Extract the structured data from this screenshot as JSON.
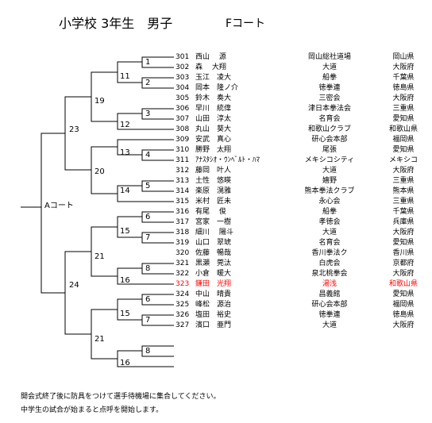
{
  "header": {
    "title": "小学校 3年生　男子",
    "court": "Fコート"
  },
  "final_label": "Aコート",
  "match_numbers": {
    "r1": [
      "1",
      "2",
      "3",
      "4",
      "5",
      "6",
      "7",
      "8",
      "6",
      "7",
      "8"
    ],
    "r2": [
      "11",
      "12",
      "13",
      "14",
      "15",
      "16",
      "15",
      "16"
    ],
    "r3": [
      "19",
      "20",
      "21",
      "21"
    ],
    "r4": [
      "23",
      "24"
    ]
  },
  "players": [
    {
      "no": "301",
      "name": "西山　 源",
      "club": "岡山総社道場",
      "pref": "岡山県"
    },
    {
      "no": "302",
      "name": "森　 大翔",
      "club": "大道",
      "pref": "大阪府"
    },
    {
      "no": "303",
      "name": "玉江　凌大",
      "club": "船拳",
      "pref": "千葉県"
    },
    {
      "no": "304",
      "name": "岡本　隆ノ介",
      "club": "徳拳連",
      "pref": "徳島県"
    },
    {
      "no": "305",
      "name": "鈴木　奏大",
      "club": "三密会",
      "pref": "大阪府"
    },
    {
      "no": "306",
      "name": "早川　統偉",
      "club": "津日本拳法会",
      "pref": "三重県"
    },
    {
      "no": "307",
      "name": "山田　淳太",
      "club": "名育会",
      "pref": "愛知県"
    },
    {
      "no": "308",
      "name": "丸山　葵大",
      "club": "和歌山クラブ",
      "pref": "和歌山県"
    },
    {
      "no": "309",
      "name": "安武　真心",
      "club": "研心会本部",
      "pref": "福岡県"
    },
    {
      "no": "310",
      "name": "勝野　太翔",
      "club": "尾張",
      "pref": "愛知県"
    },
    {
      "no": "311",
      "name": "ｱﾅｽﾀｼｵ・ｳﾝﾍﾞﾙﾄ・ﾊﾏ",
      "club": "メキシコシティ",
      "pref": "メキシコ"
    },
    {
      "no": "312",
      "name": "藤岡　叶人",
      "club": "大道",
      "pref": "大阪府"
    },
    {
      "no": "313",
      "name": "土性　悠暎",
      "club": "嬉野",
      "pref": "三重県"
    },
    {
      "no": "314",
      "name": "楽原　滉雅",
      "club": "熊本拳法クラブ",
      "pref": "熊本県"
    },
    {
      "no": "315",
      "name": "米村　匠未",
      "club": "永心会",
      "pref": "三重県"
    },
    {
      "no": "316",
      "name": "有尾　 俊",
      "club": "船拳",
      "pref": "千葉県"
    },
    {
      "no": "317",
      "name": "宮家　一樹",
      "club": "孝徳会",
      "pref": "兵庫県"
    },
    {
      "no": "318",
      "name": "細川　 陽斗",
      "club": "大道",
      "pref": "大阪府"
    },
    {
      "no": "319",
      "name": "山口　翠琥",
      "club": "名育会",
      "pref": "愛知県"
    },
    {
      "no": "320",
      "name": "佐藤　暢哉",
      "club": "香川拳法ク",
      "pref": "香川県"
    },
    {
      "no": "321",
      "name": "黒瀬　莞汰",
      "club": "白虎会",
      "pref": "京都府"
    },
    {
      "no": "322",
      "name": "小倉　暖大",
      "club": "泉北桃拳会",
      "pref": "大阪府"
    },
    {
      "no": "323",
      "name": "鎌田　光翔",
      "club": "湯浅",
      "pref": "和歌山県",
      "highlight": true
    },
    {
      "no": "324",
      "name": "中山　晴貴",
      "club": "昌義館",
      "pref": "愛知県"
    },
    {
      "no": "325",
      "name": "峰松　源治",
      "club": "研心会本部",
      "pref": "福岡県"
    },
    {
      "no": "326",
      "name": "塩田　裕史",
      "club": "徳拳連",
      "pref": "徳島県"
    },
    {
      "no": "327",
      "name": "濱口　亜門",
      "club": "大道",
      "pref": "大阪府"
    }
  ],
  "notes": [
    "開会式終了後に防具をつけて選手待機場に集合してください。",
    "中学生の試合が始まると点呼を開始します。"
  ],
  "colors": {
    "text": "#000000",
    "highlight": "#ff0000",
    "line": "#000000"
  }
}
